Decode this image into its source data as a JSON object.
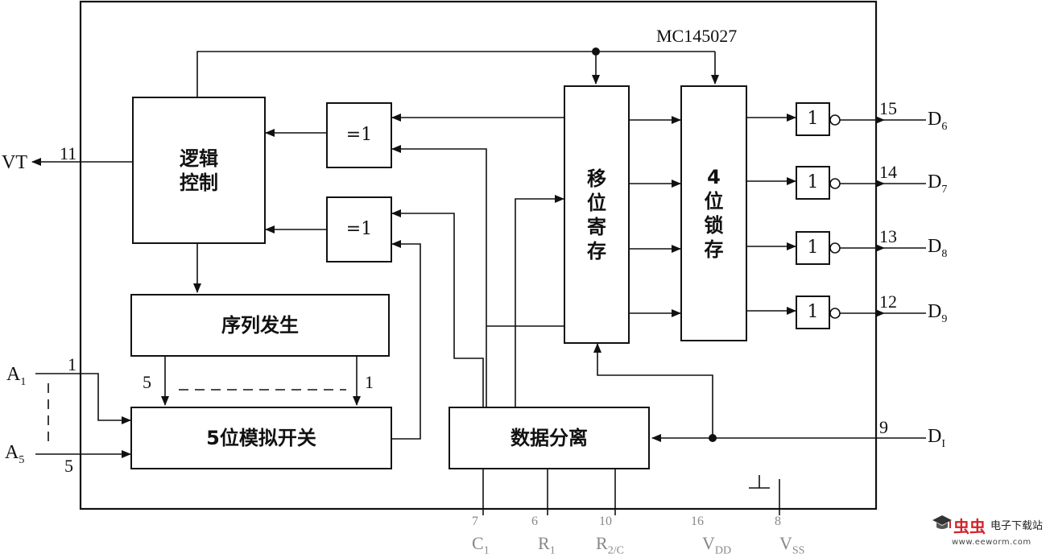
{
  "chip": {
    "name": "MC145027"
  },
  "blocks": {
    "logic_control": "逻辑\n控制",
    "xor_top": "=1",
    "xor_bottom": "=1",
    "shift_register": "移\n位\n寄\n存",
    "latch": "4\n位\n锁\n存",
    "sequence_gen": "序列发生",
    "analog_switch": "5位模拟开关",
    "data_separator": "数据分离",
    "inv_1": "1",
    "inv_2": "1",
    "inv_3": "1",
    "inv_4": "1"
  },
  "pins": {
    "vt": {
      "name": "VT",
      "num": "11"
    },
    "a1": {
      "name": "A",
      "sub": "1",
      "num": "1"
    },
    "a5": {
      "name": "A",
      "sub": "5",
      "num": "5"
    },
    "d6": {
      "name": "D",
      "sub": "6",
      "num": "15"
    },
    "d7": {
      "name": "D",
      "sub": "7",
      "num": "14"
    },
    "d8": {
      "name": "D",
      "sub": "8",
      "num": "13"
    },
    "d9": {
      "name": "D",
      "sub": "9",
      "num": "12"
    },
    "di": {
      "name": "D",
      "sub": "I",
      "num": "9"
    },
    "c1": {
      "name": "C",
      "sub": "1",
      "num": "7"
    },
    "r1": {
      "name": "R",
      "sub": "1",
      "num": "6"
    },
    "r2c2": {
      "name": "R",
      "sub": "2/C",
      "num": "10"
    },
    "vdd": {
      "name": "V",
      "sub": "DD",
      "num": "16"
    },
    "vss": {
      "name": "V",
      "sub": "SS",
      "num": "8"
    }
  },
  "switch_labels": {
    "left": "5",
    "right": "1"
  },
  "watermark": {
    "brand": "虫虫",
    "tagline": "电子下载站",
    "url": "www.eeworm.com"
  }
}
